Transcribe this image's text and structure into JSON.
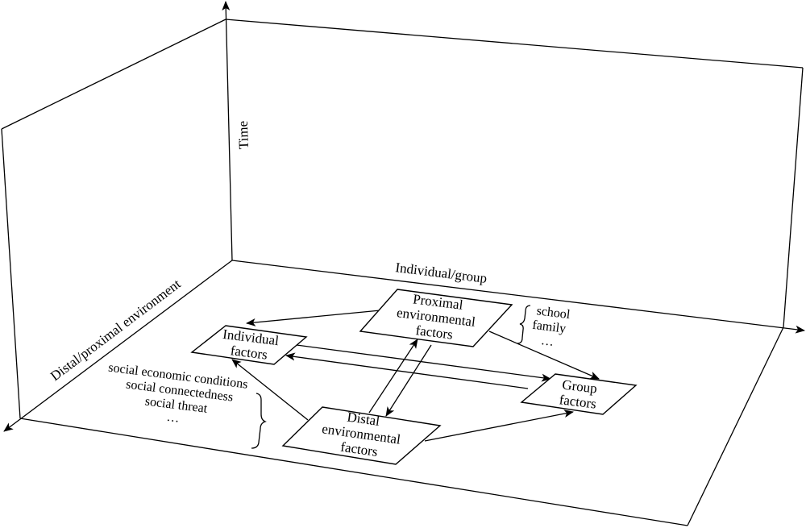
{
  "axes": {
    "time": "Time",
    "individual_group": "Individual/group",
    "distal_proximal": "Distal/proximal environment"
  },
  "nodes": {
    "proximal": [
      "Proximal",
      "environmental",
      "factors"
    ],
    "individual": [
      "Individual",
      "factors"
    ],
    "group": [
      "Group",
      "factors"
    ],
    "distal": [
      "Distal",
      "environmental",
      "factors"
    ]
  },
  "notes": {
    "proximal_examples": [
      "school",
      "family",
      "…"
    ],
    "distal_examples": [
      "social economic conditions",
      "social connectedness",
      "social threat",
      "…"
    ]
  },
  "edges": [
    {
      "from": "proximal",
      "to": "individual"
    },
    {
      "from": "proximal",
      "to": "group"
    },
    {
      "from": "individual",
      "to": "group"
    },
    {
      "from": "group",
      "to": "individual"
    },
    {
      "from": "distal",
      "to": "proximal"
    },
    {
      "from": "proximal",
      "to": "distal"
    },
    {
      "from": "distal",
      "to": "individual"
    },
    {
      "from": "distal",
      "to": "group"
    }
  ]
}
